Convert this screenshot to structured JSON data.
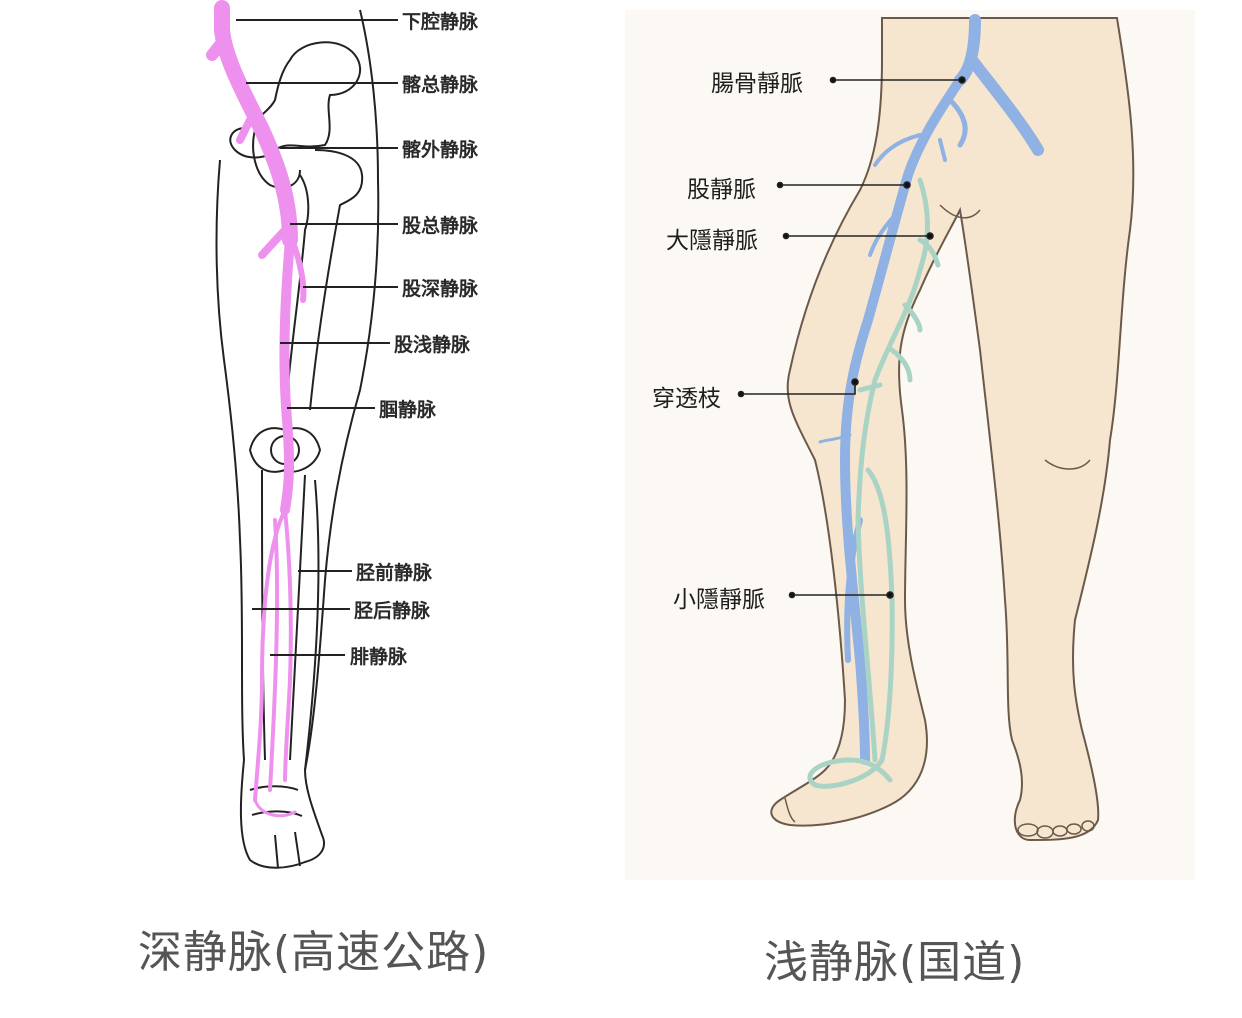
{
  "left_diagram": {
    "caption": "深静脉(高速公路)",
    "vein_color": "#ee90ee",
    "labels": [
      {
        "text": "下腔静脉"
      },
      {
        "text": "髂总静脉"
      },
      {
        "text": "髂外静脉"
      },
      {
        "text": "股总静脉"
      },
      {
        "text": "股深静脉"
      },
      {
        "text": "股浅静脉"
      },
      {
        "text": "腘静脉"
      },
      {
        "text": "胫前静脉"
      },
      {
        "text": "胫后静脉"
      },
      {
        "text": "腓静脉"
      }
    ]
  },
  "right_diagram": {
    "caption": "浅静脉(国道)",
    "skin_color": "#f7e6cf",
    "deep_vein_color": "#8fb1e3",
    "superficial_vein_color": "#a9d3c4",
    "labels": [
      {
        "text": "腸骨靜脈"
      },
      {
        "text": "股靜脈"
      },
      {
        "text": "大隱靜脈"
      },
      {
        "text": "穿透枝"
      },
      {
        "text": "小隱靜脈"
      }
    ]
  }
}
